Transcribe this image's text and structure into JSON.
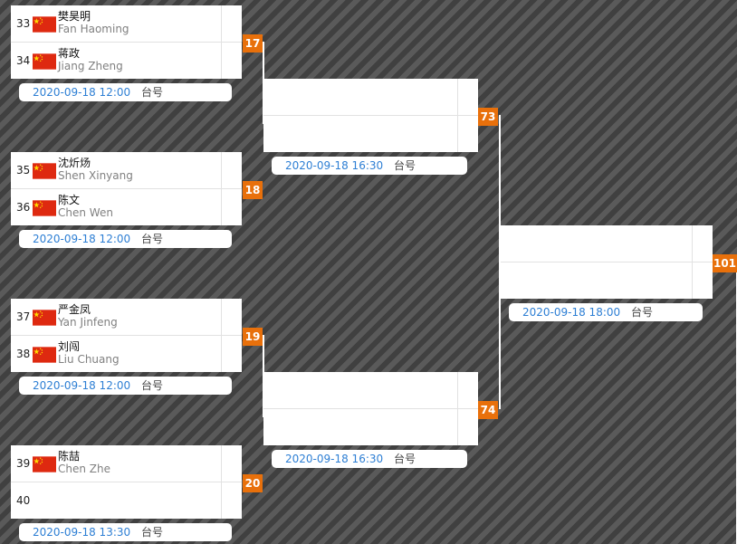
{
  "matches": [
    {
      "id": "17",
      "time": "2020-09-18 12:00",
      "table_label": "台号",
      "players": [
        {
          "seed": "33",
          "name_cn": "樊昊明",
          "name_en": "Fan Haoming",
          "flag": true
        },
        {
          "seed": "34",
          "name_cn": "蒋政",
          "name_en": "Jiang Zheng",
          "flag": true
        }
      ]
    },
    {
      "id": "18",
      "time": "2020-09-18 12:00",
      "table_label": "台号",
      "players": [
        {
          "seed": "35",
          "name_cn": "沈炘炀",
          "name_en": "Shen Xinyang",
          "flag": true
        },
        {
          "seed": "36",
          "name_cn": "陈文",
          "name_en": "Chen Wen",
          "flag": true
        }
      ]
    },
    {
      "id": "19",
      "time": "2020-09-18 12:00",
      "table_label": "台号",
      "players": [
        {
          "seed": "37",
          "name_cn": "严金凤",
          "name_en": "Yan Jinfeng",
          "flag": true
        },
        {
          "seed": "38",
          "name_cn": "刘闯",
          "name_en": "Liu Chuang",
          "flag": true
        }
      ]
    },
    {
      "id": "20",
      "time": "2020-09-18 13:30",
      "table_label": "台号",
      "players": [
        {
          "seed": "39",
          "name_cn": "陈喆",
          "name_en": "Chen Zhe",
          "flag": true
        },
        {
          "seed": "40",
          "name_cn": "",
          "name_en": "",
          "flag": false
        }
      ]
    },
    {
      "id": "73",
      "time": "2020-09-18 16:30",
      "table_label": "台号",
      "players": [
        {},
        {}
      ]
    },
    {
      "id": "74",
      "time": "2020-09-18 16:30",
      "table_label": "台号",
      "players": [
        {},
        {}
      ]
    },
    {
      "id": "101",
      "time": "2020-09-18 18:00",
      "table_label": "台号",
      "players": [
        {},
        {}
      ]
    }
  ],
  "colors": {
    "badge": "#e8700b",
    "time": "#2e7fd4",
    "flag_red": "#de2910",
    "flag_star": "#ffde00"
  },
  "icons": {
    "flag": "china-flag-icon"
  }
}
